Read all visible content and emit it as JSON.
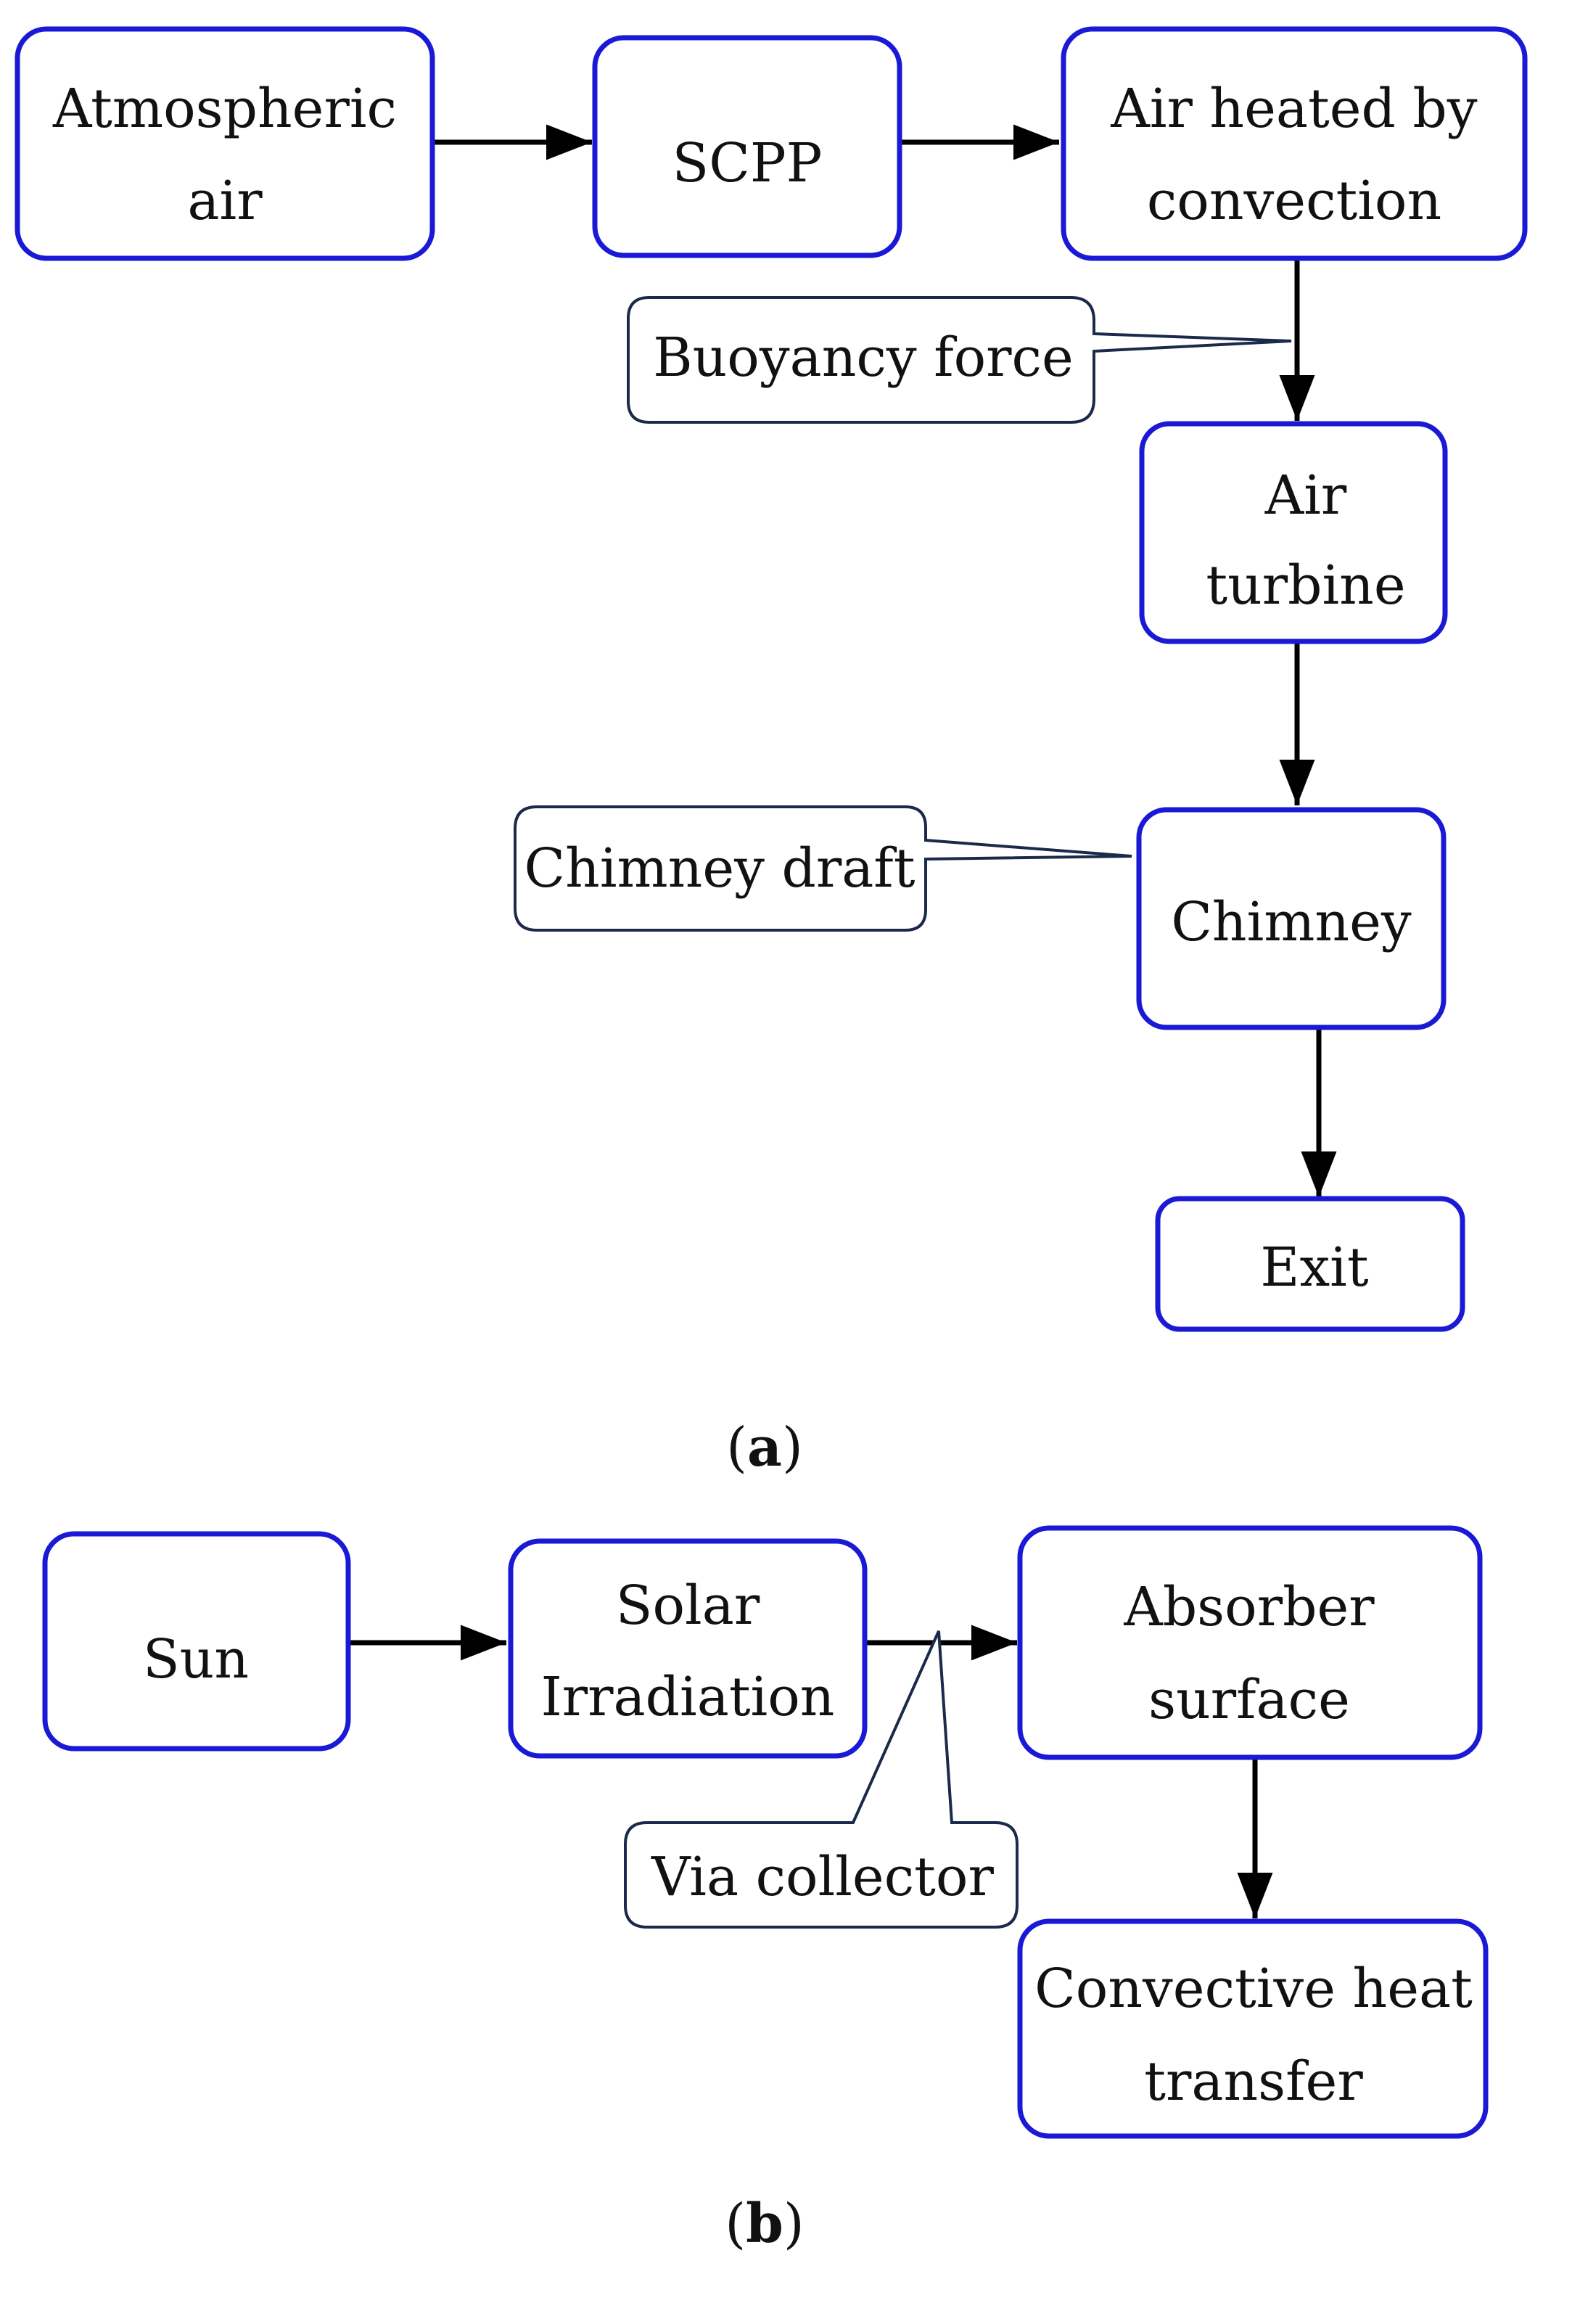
{
  "diagram_a": {
    "nodes": {
      "atmospheric_air": [
        "Atmospheric",
        "air"
      ],
      "scpp": [
        "SCPP"
      ],
      "air_heated": [
        "Air heated by",
        "convection"
      ],
      "air_turbine": [
        "Air",
        "turbine"
      ],
      "chimney": [
        "Chimney"
      ],
      "exit": [
        "Exit"
      ]
    },
    "callouts": {
      "buoyancy": "Buoyancy force",
      "chimney_draft": "Chimney draft"
    },
    "caption": {
      "open": "(",
      "letter": "a",
      "close": ")"
    }
  },
  "diagram_b": {
    "nodes": {
      "sun": [
        "Sun"
      ],
      "solar_irradiation": [
        "Solar",
        "Irradiation"
      ],
      "absorber_surface": [
        "Absorber",
        "surface"
      ],
      "convective_heat": [
        "Convective heat",
        "transfer"
      ]
    },
    "callouts": {
      "via_collector": "Via collector"
    },
    "caption": {
      "open": "(",
      "letter": "b",
      "close": ")"
    }
  },
  "colors": {
    "box_border": "#1a1ad6",
    "callout_border": "#1b2a4a",
    "arrow": "#000000"
  }
}
